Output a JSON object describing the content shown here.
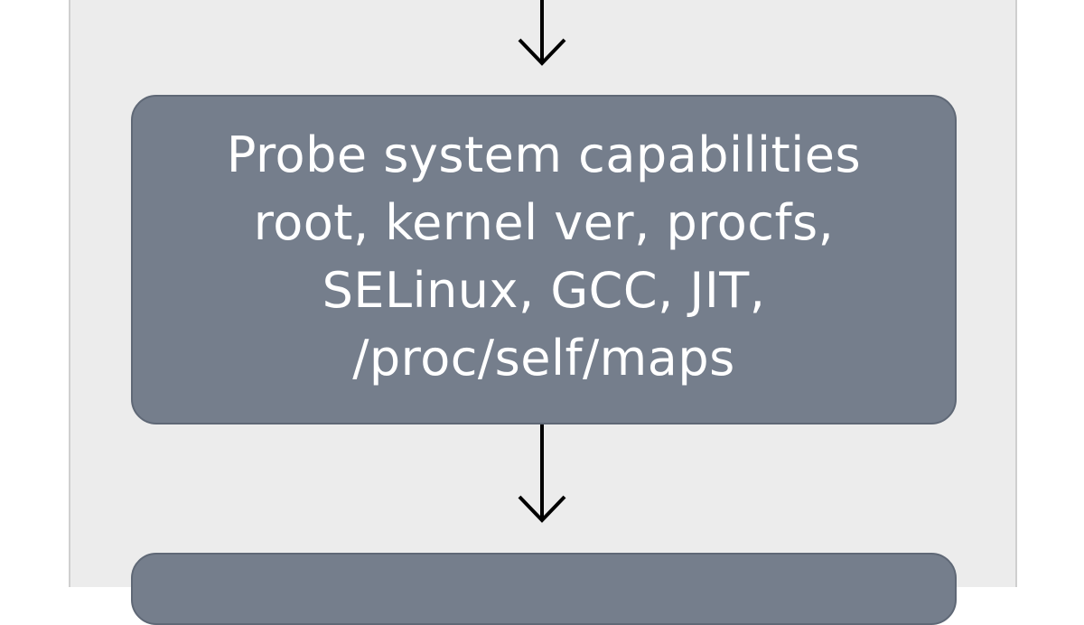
{
  "diagram": {
    "nodes": [
      {
        "id": "probe-system-capabilities",
        "lines": [
          "Probe system capabilities",
          "root, kernel ver, procfs,",
          "SELinux, GCC, JIT,",
          "/proc/self/maps"
        ]
      },
      {
        "id": "next-step",
        "lines": []
      }
    ],
    "edges": [
      {
        "from": "previous-step",
        "to": "probe-system-capabilities"
      },
      {
        "from": "probe-system-capabilities",
        "to": "next-step"
      }
    ]
  },
  "colors": {
    "background": "#ffffff",
    "panel": "#ececec",
    "node_fill": "#757e8c",
    "node_border": "#5f6876",
    "node_text": "#ffffff",
    "arrow": "#000000"
  }
}
